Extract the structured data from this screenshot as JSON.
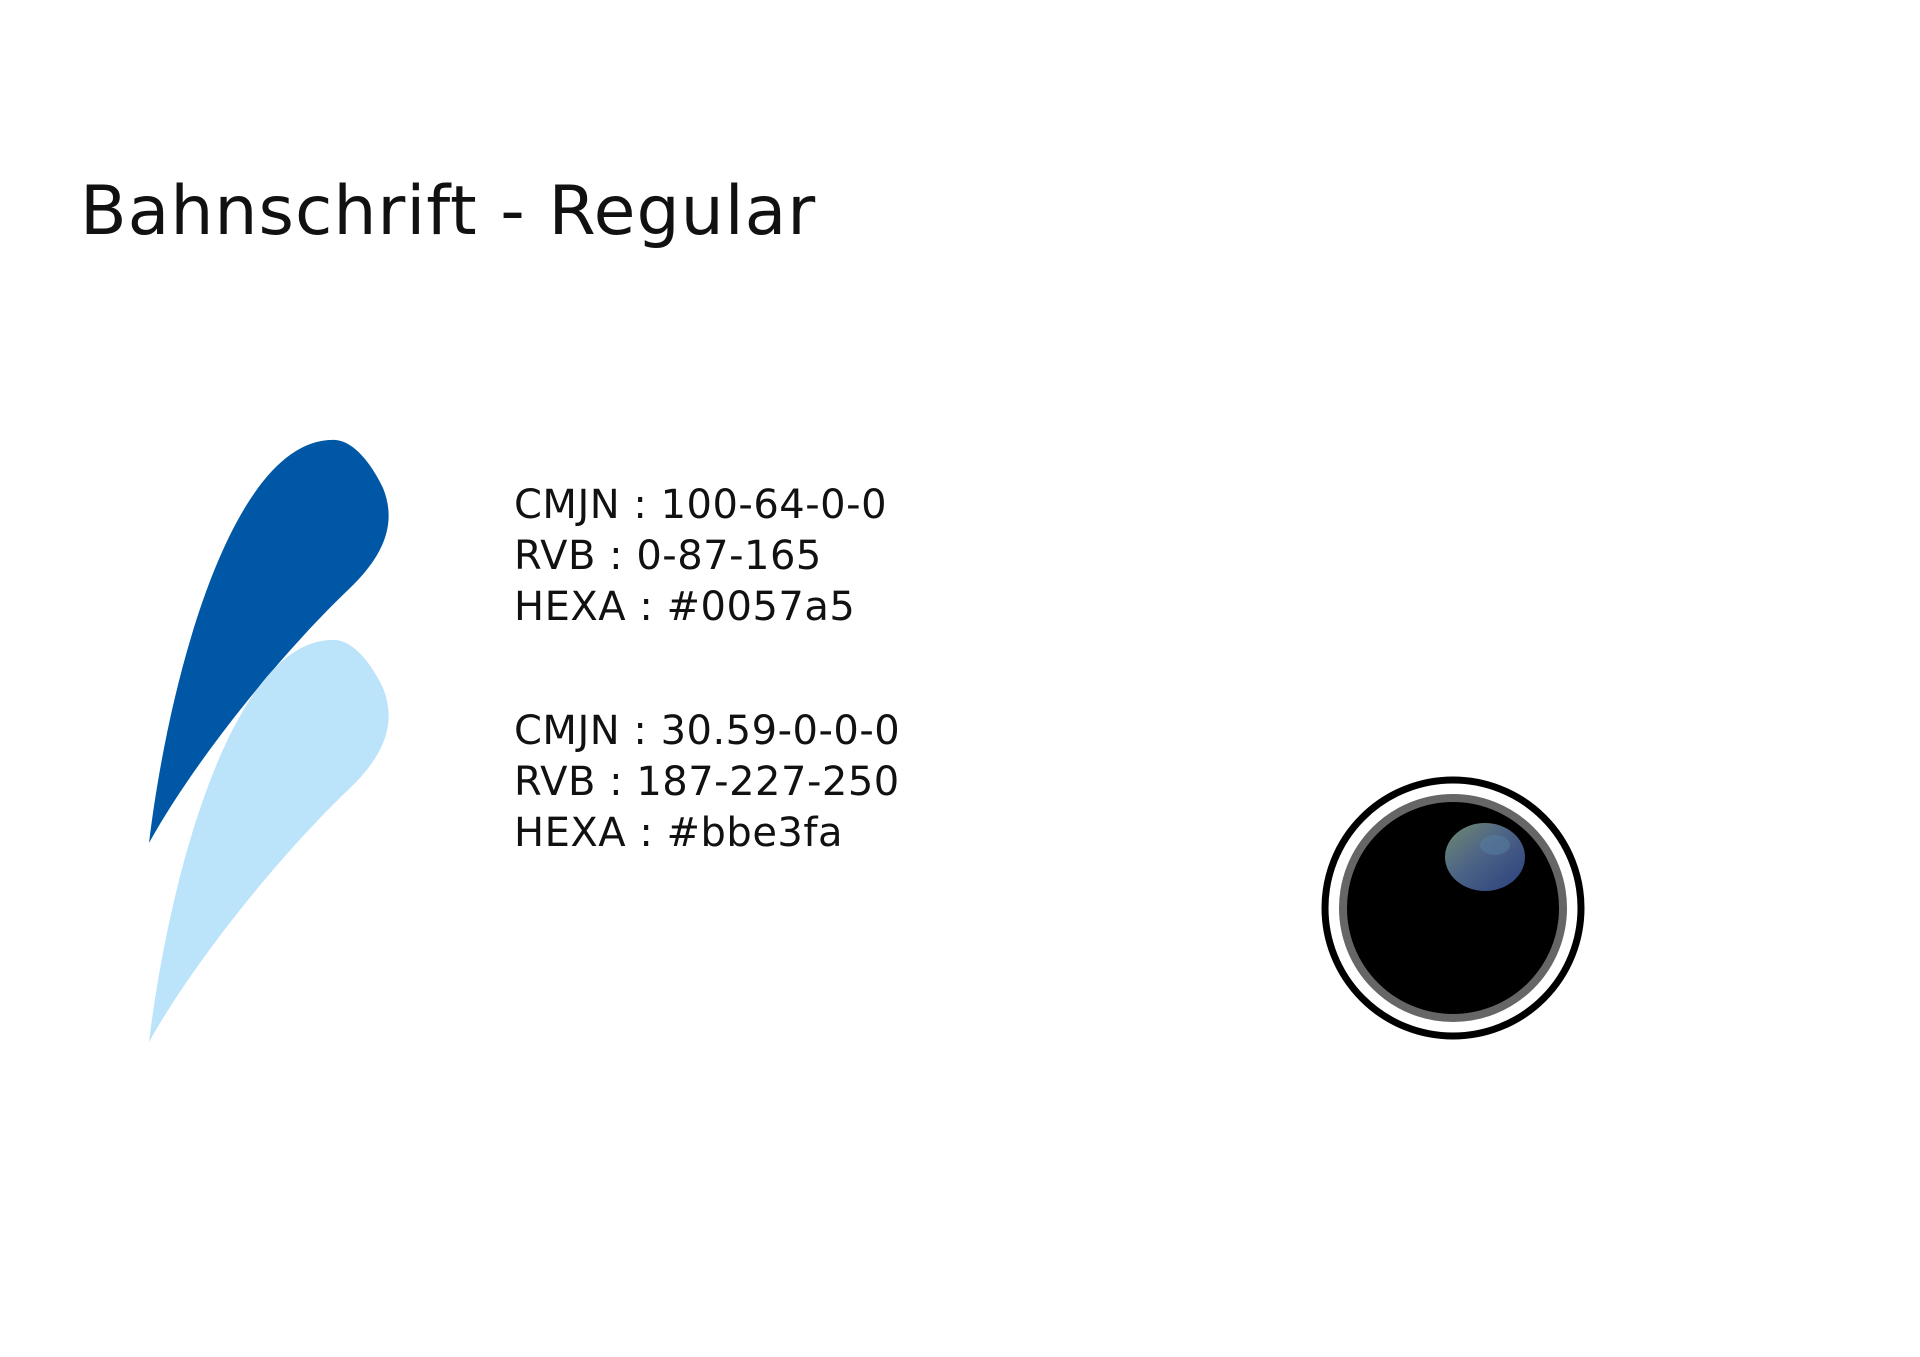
{
  "font": {
    "title": "Bahnschrift - Regular"
  },
  "palette": [
    {
      "cmjn": "CMJN : 100-64-0-0",
      "rvb": "RVB : 0-87-165",
      "hexa": "HEXA : #0057a5",
      "color": "#0057a5"
    },
    {
      "cmjn": "CMJN : 30.59-0-0-0",
      "rvb": "RVB : 187-227-250",
      "hexa": "HEXA : #bbe3fa",
      "color": "#bbe3fa"
    }
  ],
  "icons": {
    "logo": "petal-logo-icon",
    "camera": "camera-lens-icon"
  }
}
